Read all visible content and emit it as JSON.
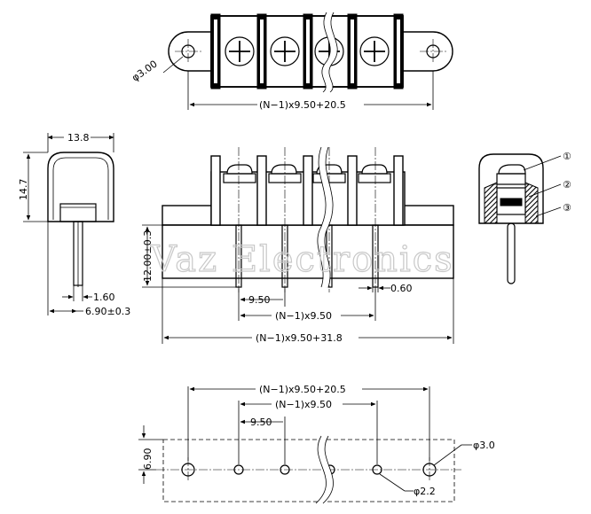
{
  "watermark": "Vaz Electronics",
  "top_view": {
    "hole_dia": "φ3.00",
    "overall": "(N−1)x9.50+20.5"
  },
  "side_view": {
    "width": "13.8",
    "height": "14.7",
    "pin_width": "1.60",
    "pin_offset": "6.90±0.3"
  },
  "front_view": {
    "pin_length": "12.00±0.3",
    "pitch": "9.50",
    "pin_thickness": "0.60",
    "span": "(N−1)x9.50",
    "overall": "(N−1)x9.50+31.8"
  },
  "section_view": {
    "callouts": [
      "①",
      "②",
      "③"
    ]
  },
  "footprint": {
    "overall": "(N−1)x9.50+20.5",
    "span": "(N−1)x9.50",
    "pitch": "9.50",
    "row_offset": "6.90",
    "mount_hole": "φ3.0",
    "pin_hole": "φ2.2"
  }
}
